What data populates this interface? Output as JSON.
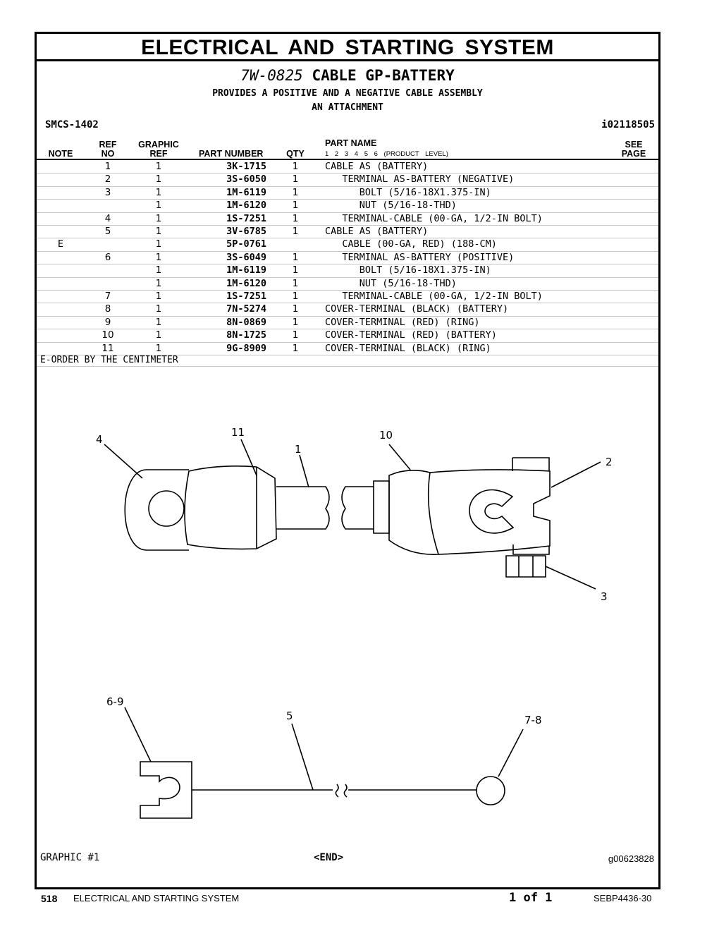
{
  "header": {
    "title": "ELECTRICAL AND STARTING SYSTEM",
    "group_part_number": "7W-0825",
    "group_name": "CABLE GP-BATTERY",
    "description_line1": "PROVIDES A POSITIVE AND A NEGATIVE CABLE ASSEMBLY",
    "description_line2": "AN ATTACHMENT",
    "smcs": "SMCS-1402",
    "info_ref": "i02118505"
  },
  "columns": {
    "note": "NOTE",
    "ref_top": "REF",
    "ref_bottom": "NO",
    "graphic_top": "GRAPHIC",
    "graphic_bottom": "REF",
    "part_number": "PART NUMBER",
    "qty": "QTY",
    "part_name": "PART NAME",
    "product_level": "1 2 3 4 5 6 (PRODUCT LEVEL)",
    "see_top": "SEE",
    "see_bottom": "PAGE"
  },
  "rows": [
    {
      "note": "",
      "ref": "1",
      "gref": "1",
      "pn": "3K-1715",
      "qty": "1",
      "name": "CABLE AS (BATTERY)"
    },
    {
      "note": "",
      "ref": "2",
      "gref": "1",
      "pn": "3S-6050",
      "qty": "1",
      "name": "   TERMINAL AS-BATTERY (NEGATIVE)"
    },
    {
      "note": "",
      "ref": "3",
      "gref": "1",
      "pn": "1M-6119",
      "qty": "1",
      "name": "      BOLT (5/16-18X1.375-IN)"
    },
    {
      "note": "",
      "ref": "",
      "gref": "1",
      "pn": "1M-6120",
      "qty": "1",
      "name": "      NUT (5/16-18-THD)"
    },
    {
      "note": "",
      "ref": "4",
      "gref": "1",
      "pn": "1S-7251",
      "qty": "1",
      "name": "   TERMINAL-CABLE (00-GA, 1/2-IN BOLT)"
    },
    {
      "note": "",
      "ref": "5",
      "gref": "1",
      "pn": "3V-6785",
      "qty": "1",
      "name": "CABLE AS (BATTERY)"
    },
    {
      "note": "E",
      "ref": "",
      "gref": "1",
      "pn": "5P-0761",
      "qty": "",
      "name": "   CABLE (00-GA, RED) (188-CM)"
    },
    {
      "note": "",
      "ref": "6",
      "gref": "1",
      "pn": "3S-6049",
      "qty": "1",
      "name": "   TERMINAL AS-BATTERY (POSITIVE)"
    },
    {
      "note": "",
      "ref": "",
      "gref": "1",
      "pn": "1M-6119",
      "qty": "1",
      "name": "      BOLT (5/16-18X1.375-IN)"
    },
    {
      "note": "",
      "ref": "",
      "gref": "1",
      "pn": "1M-6120",
      "qty": "1",
      "name": "      NUT (5/16-18-THD)"
    },
    {
      "note": "",
      "ref": "7",
      "gref": "1",
      "pn": "1S-7251",
      "qty": "1",
      "name": "   TERMINAL-CABLE (00-GA, 1/2-IN BOLT)"
    },
    {
      "note": "",
      "ref": "8",
      "gref": "1",
      "pn": "7N-5274",
      "qty": "1",
      "name": "COVER-TERMINAL (BLACK) (BATTERY)"
    },
    {
      "note": "",
      "ref": "9",
      "gref": "1",
      "pn": "8N-0869",
      "qty": "1",
      "name": "COVER-TERMINAL (RED) (RING)"
    },
    {
      "note": "",
      "ref": "10",
      "gref": "1",
      "pn": "8N-1725",
      "qty": "1",
      "name": "COVER-TERMINAL (RED) (BATTERY)"
    },
    {
      "note": "",
      "ref": "11",
      "gref": "1",
      "pn": "9G-8909",
      "qty": "1",
      "name": "COVER-TERMINAL (BLACK) (RING)"
    }
  ],
  "note_text": "E-ORDER BY THE CENTIMETER",
  "callouts": {
    "c4": "4",
    "c11": "11",
    "c1": "1",
    "c10": "10",
    "c2": "2",
    "c3": "3",
    "c69": "6-9",
    "c5": "5",
    "c78": "7-8"
  },
  "graphic_label": "GRAPHIC #1",
  "end_label": "<END>",
  "graphic_ref": "g00623828",
  "footer": {
    "page_number": "518",
    "section_title": "ELECTRICAL AND STARTING SYSTEM",
    "page_of": "1 of 1",
    "doc_number": "SEBP4436-30"
  }
}
